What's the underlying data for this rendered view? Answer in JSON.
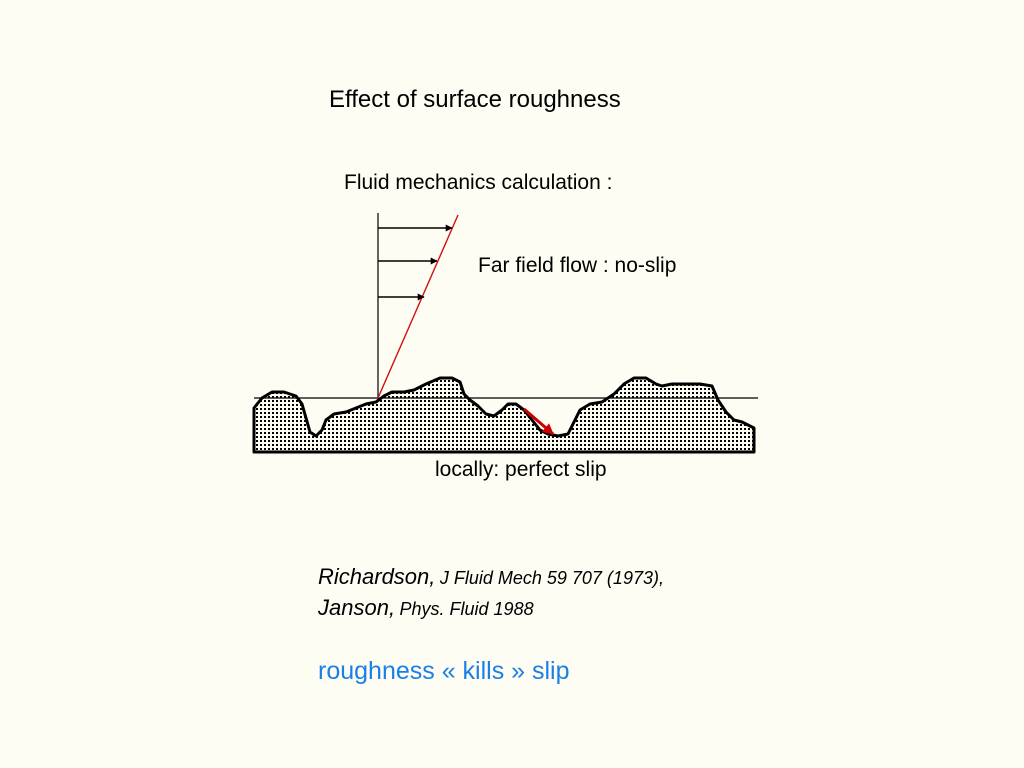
{
  "slide": {
    "title": "Effect of surface roughness",
    "subtitle": "Fluid mechanics calculation :",
    "far_field_label": "Far field flow : no-slip",
    "local_label": "locally: perfect slip",
    "references": [
      {
        "author": "Richardson,",
        "journal": "J Fluid Mech 59 707 (1973),"
      },
      {
        "author": "Janson,",
        "journal": "Phys. Fluid 1988"
      }
    ],
    "conclusion": "roughness  « kills » slip"
  },
  "colors": {
    "background": "#fdfdf4",
    "profile_line": "#d01010",
    "local_arrow": "#cc0000",
    "conclusion_text": "#1a7fe6",
    "surface_fill": "#000000"
  },
  "icons": {
    "velocity_arrows": "arrow-right-icon",
    "slip_arrow": "arrow-down-right-icon"
  }
}
